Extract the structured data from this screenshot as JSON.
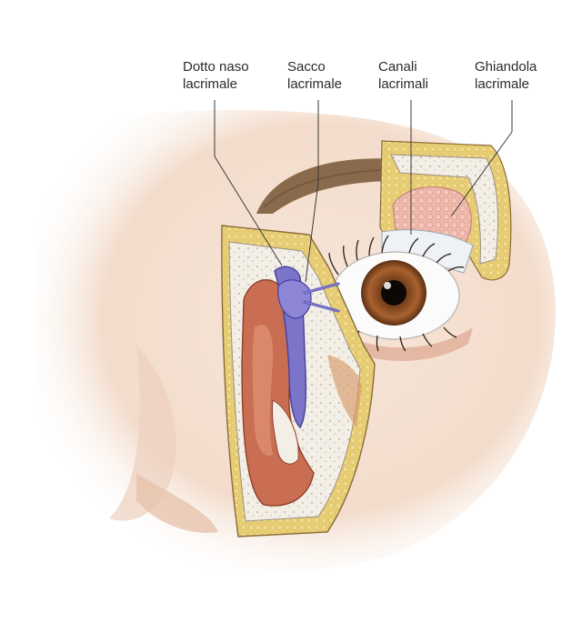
{
  "labels": [
    {
      "id": "dotto-naso-lacrimale",
      "line1": "Dotto naso",
      "line2": "lacrimale"
    },
    {
      "id": "sacco-lacrimale",
      "line1": "Sacco",
      "line2": "lacrimale"
    },
    {
      "id": "canali-lacrimali",
      "line1": "Canali",
      "line2": "lacrimali"
    },
    {
      "id": "ghiandola-lacrimale",
      "line1": "Ghiandola",
      "line2": "lacrimale"
    }
  ],
  "colors": {
    "skin": "#f6e3d6",
    "skin_shadow": "#e9c7b2",
    "eyebrow": "#8a6a4c",
    "fat": "#e9cf7a",
    "bone": "#f3efe6",
    "nasal_cavity": "#c96e52",
    "duct": "#7c74c9",
    "iris": "#9c5a2c",
    "gland": "#eeb2a6",
    "leader_line": "#3a3a3a"
  }
}
